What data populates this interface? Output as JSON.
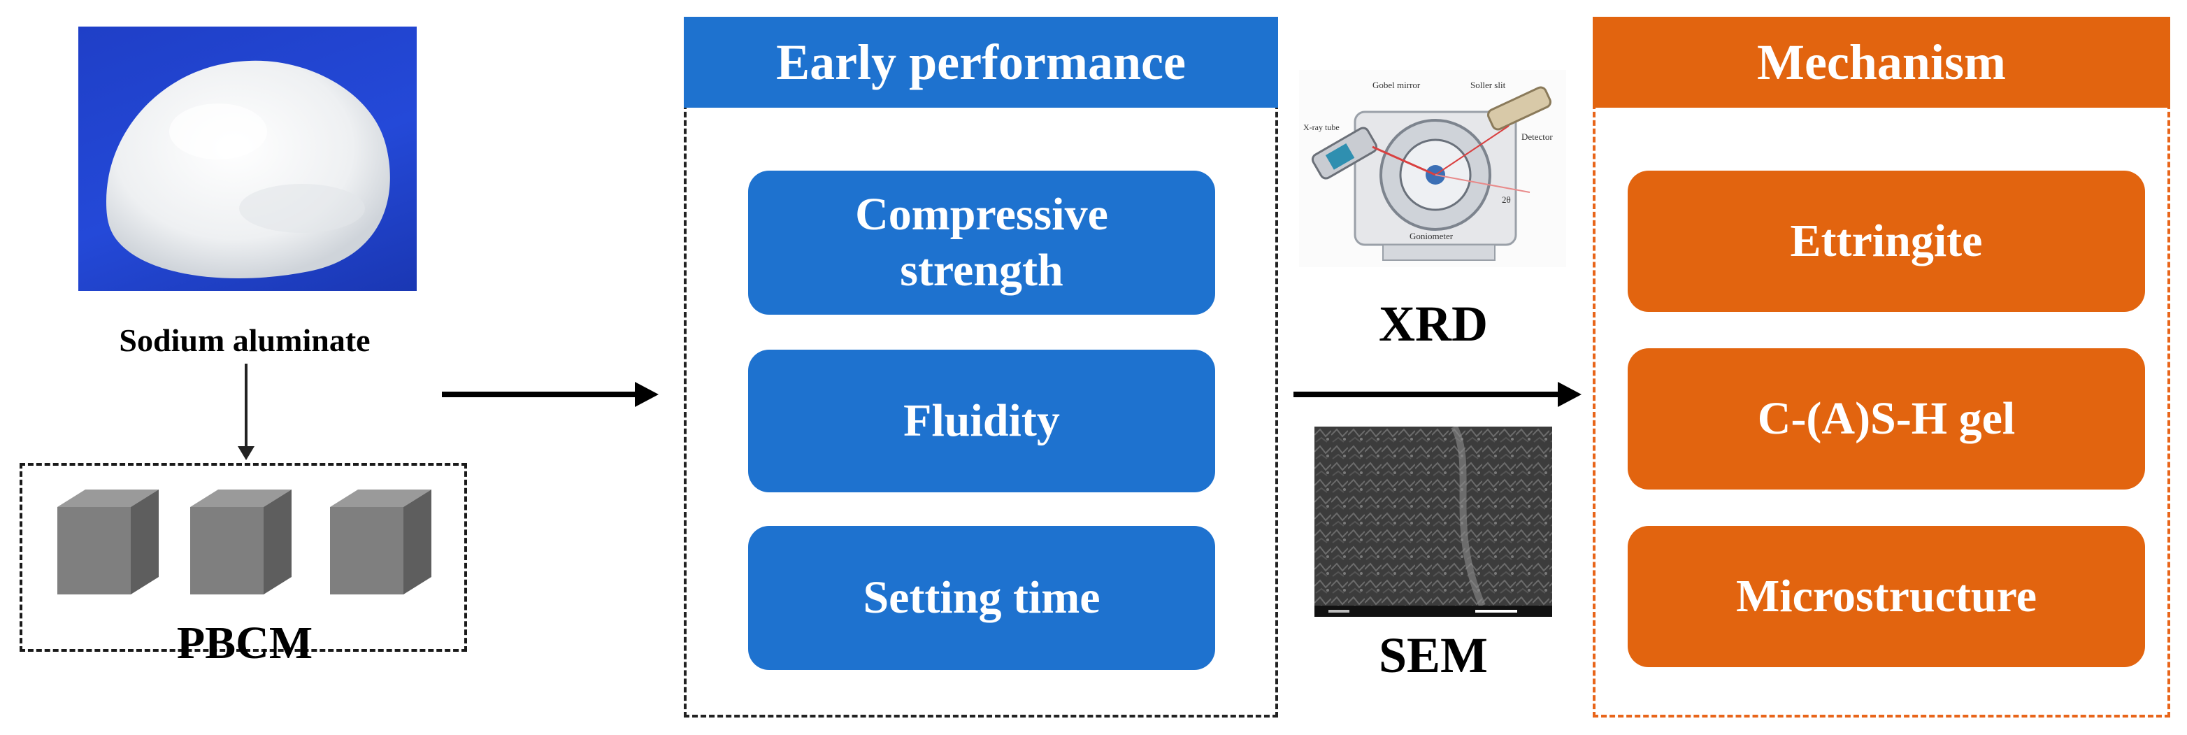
{
  "colors": {
    "blue": "#1e72cf",
    "orange": "#e2640f",
    "arrow": "#000000"
  },
  "inputs": {
    "photo_icon": "sodium-aluminate-powder-photo",
    "sodium_label": "Sodium aluminate",
    "pbcm_label": "PBCM",
    "cube_count": 3
  },
  "early_performance": {
    "title": "Early performance",
    "items": [
      "Compressive strength",
      "Fluidity",
      "Setting time"
    ]
  },
  "methods": {
    "xrd_icon": "xrd-diffractometer-image",
    "xrd_label": "XRD",
    "xrd_annotations": [
      "Gobel mirror",
      "Soller slit",
      "X-ray tube",
      "Detector",
      "Goniometer",
      "2θ"
    ],
    "sem_icon": "sem-micrograph-image",
    "sem_label": "SEM"
  },
  "mechanism": {
    "title": "Mechanism",
    "items": [
      "Ettringite",
      "C-(A)S-H gel",
      "Microstructure"
    ]
  }
}
